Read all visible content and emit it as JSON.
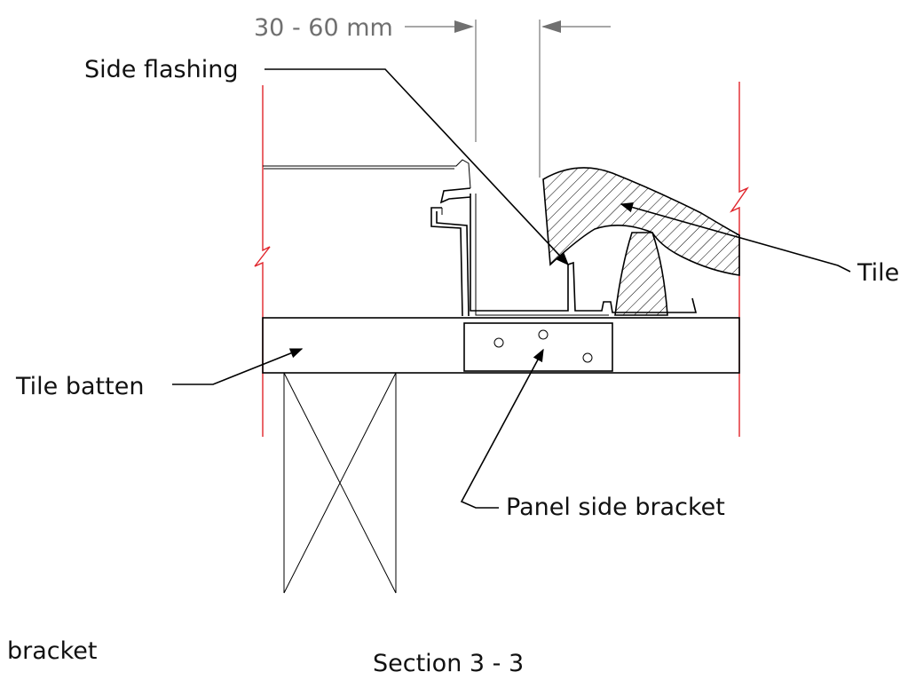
{
  "dimension": {
    "text": "30 - 60 mm"
  },
  "labels": {
    "side_flashing": "Side flashing",
    "tile": "Tile",
    "tile_batten": "Tile batten",
    "panel_side_bracket": "Panel side bracket",
    "bracket": "bracket",
    "section_title": "Section 3 - 3"
  },
  "colors": {
    "section_break_lines": "#e0242b",
    "dimension_lines": "#707070",
    "outlines": "#000000"
  }
}
